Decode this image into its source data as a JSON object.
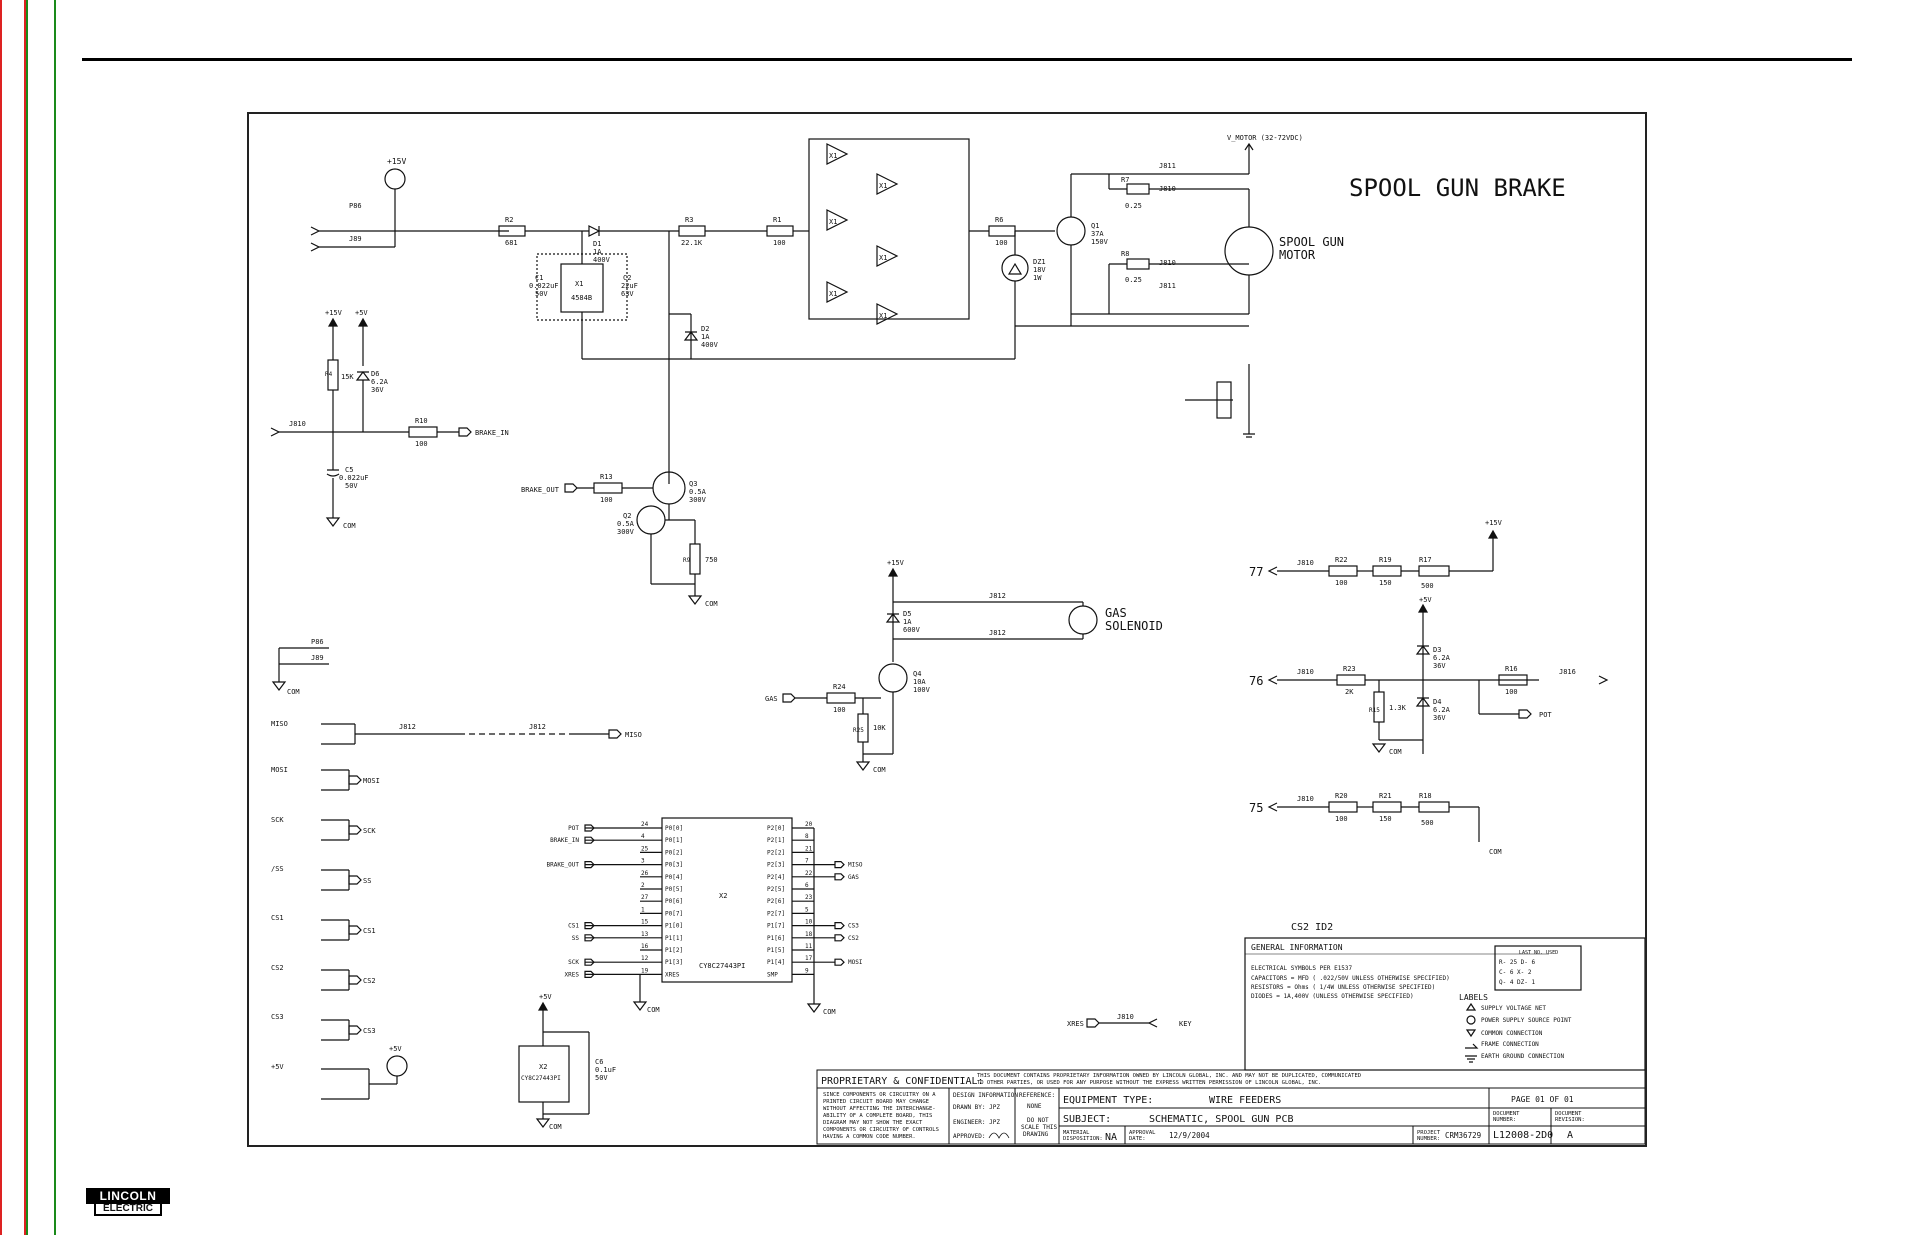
{
  "title": "SPOOL GUN BRAKE",
  "motor_label_1": "SPOOL GUN",
  "motor_label_2": "MOTOR",
  "gas_label_1": "GAS",
  "gas_label_2": "SOLENOID",
  "vmotor": "V_MOTOR (32-72VDC)",
  "brake_in": "BRAKE_IN",
  "brake_out": "BRAKE_OUT",
  "rail_15v": "+15V",
  "rail_5v": "+5V",
  "com": "COM",
  "gas_net": "GAS",
  "pot": "POT",
  "key": "KEY",
  "xres": "XRES",
  "cs2id2": "CS2 ID2",
  "components": {
    "r2": "R2",
    "r2v": "681",
    "d1": "D1",
    "d1a": "1A",
    "d1b": "400V",
    "r3": "R3",
    "r3v": "22.1K",
    "r1": "R1",
    "r1v": "100",
    "r6": "R6",
    "r6v": "100",
    "q1": "Q1",
    "q1a": "37A",
    "q1b": "150V",
    "dz1": "DZ1",
    "dz1a": "18V",
    "dz1b": "1W",
    "r7": "R7",
    "r7v": "0.25",
    "r8": "R8",
    "r8v": "0.25",
    "c1": "C1",
    "c1a": "0.022uF",
    "c1b": "50V",
    "x1": "X1",
    "x1p": "4584B",
    "c2": "C2",
    "c2a": "22uF",
    "c2b": "63V",
    "d2": "D2",
    "d2a": "1A",
    "d2b": "400V",
    "r4": "R4",
    "r4v": "15K",
    "d6": "D6",
    "d6a": "6.2A",
    "d6b": "36V",
    "r10": "R10",
    "r10v": "100",
    "c5": "C5",
    "c5a": "0.022uF",
    "c5b": "50V",
    "r13": "R13",
    "r13v": "100",
    "q3": "Q3",
    "q3a": "0.5A",
    "q3b": "300V",
    "q2": "Q2",
    "q2a": "0.5A",
    "q2b": "300V",
    "r9": "R9",
    "r9v": "750",
    "d5": "D5",
    "d5a": "1A",
    "d5b": "600V",
    "q4": "Q4",
    "q4a": "10A",
    "q4b": "100V",
    "r24": "R24",
    "r24v": "100",
    "r25": "R25",
    "r25v": "10K",
    "r22": "R22",
    "r22v": "100",
    "r19": "R19",
    "r19v": "150",
    "r17": "R17",
    "r17v": "500",
    "r23": "R23",
    "r23v": "2K",
    "d3": "D3",
    "d3a": "6.2A",
    "d3b": "36V",
    "d4": "D4",
    "d4a": "6.2A",
    "d4b": "36V",
    "r15": "R15",
    "r15v": "1.3K",
    "r16": "R16",
    "r16v": "100",
    "r20": "R20",
    "r20v": "100",
    "r21": "R21",
    "r21v": "150",
    "r18": "R18",
    "r18v": "500",
    "c6": "C6",
    "c6a": "0.1uF",
    "c6b": "50V",
    "x2": "X2",
    "x2p": "CY8C27443PI"
  },
  "side_connectors": [
    "MISO",
    "MOSI",
    "SCK",
    "/SS",
    "CS1",
    "CS2",
    "CS3",
    "+5V"
  ],
  "port_labels": [
    "77",
    "76",
    "75"
  ],
  "x2_left_pins": [
    {
      "net": "POT",
      "num": "24",
      "name": "P0[0]"
    },
    {
      "net": "BRAKE_IN",
      "num": "4",
      "name": "P0[1]"
    },
    {
      "net": "",
      "num": "25",
      "name": "P0[2]"
    },
    {
      "net": "BRAKE_OUT",
      "num": "3",
      "name": "P0[3]"
    },
    {
      "net": "",
      "num": "26",
      "name": "P0[4]"
    },
    {
      "net": "",
      "num": "2",
      "name": "P0[5]"
    },
    {
      "net": "",
      "num": "27",
      "name": "P0[6]"
    },
    {
      "net": "",
      "num": "1",
      "name": "P0[7]"
    },
    {
      "net": "CS1",
      "num": "15",
      "name": "P1[0]"
    },
    {
      "net": "SS",
      "num": "13",
      "name": "P1[1]"
    },
    {
      "net": "",
      "num": "16",
      "name": "P1[2]"
    },
    {
      "net": "SCK",
      "num": "12",
      "name": "P1[3]"
    },
    {
      "net": "XRES",
      "num": "19",
      "name": "XRES"
    }
  ],
  "x2_right_pins": [
    {
      "net": "",
      "num": "20",
      "name": "P2[0]"
    },
    {
      "net": "",
      "num": "8",
      "name": "P2[1]"
    },
    {
      "net": "",
      "num": "21",
      "name": "P2[2]"
    },
    {
      "net": "MISO",
      "num": "7",
      "name": "P2[3]"
    },
    {
      "net": "GAS",
      "num": "22",
      "name": "P2[4]"
    },
    {
      "net": "",
      "num": "6",
      "name": "P2[5]"
    },
    {
      "net": "",
      "num": "23",
      "name": "P2[6]"
    },
    {
      "net": "",
      "num": "5",
      "name": "P2[7]"
    },
    {
      "net": "CS3",
      "num": "10",
      "name": "P1[7]"
    },
    {
      "net": "CS2",
      "num": "18",
      "name": "P1[6]"
    },
    {
      "net": "",
      "num": "11",
      "name": "P1[5]"
    },
    {
      "net": "MOSI",
      "num": "17",
      "name": "P1[4]"
    },
    {
      "net": "",
      "num": "9",
      "name": "SMP"
    }
  ],
  "general_info": {
    "heading": "GENERAL INFORMATION",
    "line1": "ELECTRICAL SYMBOLS PER E1537",
    "line2": "CAPACITORS =   MFD ( .022/50V  UNLESS OTHERWISE SPECIFIED)",
    "line3": "RESISTORS = Ohms ( 1/4W   UNLESS OTHERWISE SPECIFIED)",
    "line4": "DIODES =   1A,400V  (UNLESS OTHERWISE SPECIFIED)",
    "last_heading": "LAST NO. USED",
    "last1": "R- 25   D- 6",
    "last2": "C- 6    X- 2",
    "last3": "Q- 4    DZ- 1",
    "labels": "LABELS",
    "leg1": "SUPPLY VOLTAGE NET",
    "leg2": "POWER SUPPLY SOURCE POINT",
    "leg3": "COMMON CONNECTION",
    "leg4": "FRAME CONNECTION",
    "leg5": "EARTH GROUND CONNECTION"
  },
  "title_block": {
    "proprietary": "PROPRIETARY & CONFIDENTIAL:",
    "prop_text1": "THIS DOCUMENT CONTAINS PROPRIETARY INFORMATION OWNED BY LINCOLN GLOBAL, INC. AND MAY NOT BE DUPLICATED, COMMUNICATED",
    "prop_text2": "TO OTHER PARTIES, OR USED FOR ANY PURPOSE WITHOUT THE EXPRESS WRITTEN PERMISSION OF LINCOLN GLOBAL, INC.",
    "since1": "SINCE COMPONENTS OR CIRCUITRY ON A",
    "since2": "PRINTED CIRCUIT BOARD MAY CHANGE",
    "since3": "WITHOUT AFFECTING THE INTERCHANGE-",
    "since4": "ABILITY OF A COMPLETE BOARD, THIS",
    "since5": "DIAGRAM MAY NOT SHOW THE EXACT",
    "since6": "COMPONENTS OR CIRCUITRY OF CONTROLS",
    "since7": "HAVING A COMMON CODE NUMBER.",
    "design_info": "DESIGN INFORMATION",
    "drawn_by": "DRAWN BY:  JPZ",
    "engineer": "ENGINEER:   JPZ",
    "approved": "APPROVED:",
    "reference": "REFERENCE:",
    "none": "NONE",
    "donot1": "DO NOT",
    "donot2": "SCALE THIS",
    "donot3": "DRAWING",
    "equipment": "EQUIPMENT TYPE:",
    "equipment_val": "WIRE FEEDERS",
    "subject": "SUBJECT:",
    "subject_val": "SCHEMATIC, SPOOL GUN PCB",
    "material1": "MATERIAL",
    "material2": "DISPOSITION:",
    "material_val": "NA",
    "approval1": "APPROVAL",
    "approval2": "DATE:",
    "approval_val": "12/9/2004",
    "project1": "PROJECT",
    "project2": "NUMBER:",
    "project_val": "CRM36729",
    "page": "PAGE 01 OF 01",
    "docnum1": "DOCUMENT",
    "docnum2": "NUMBER:",
    "docnum_val": "L12008-2D0",
    "docrev1": "DOCUMENT",
    "docrev2": "REVISION:",
    "docrev_val": "A"
  },
  "logo_top": "LINCOLN",
  "logo_bottom": "ELECTRIC"
}
